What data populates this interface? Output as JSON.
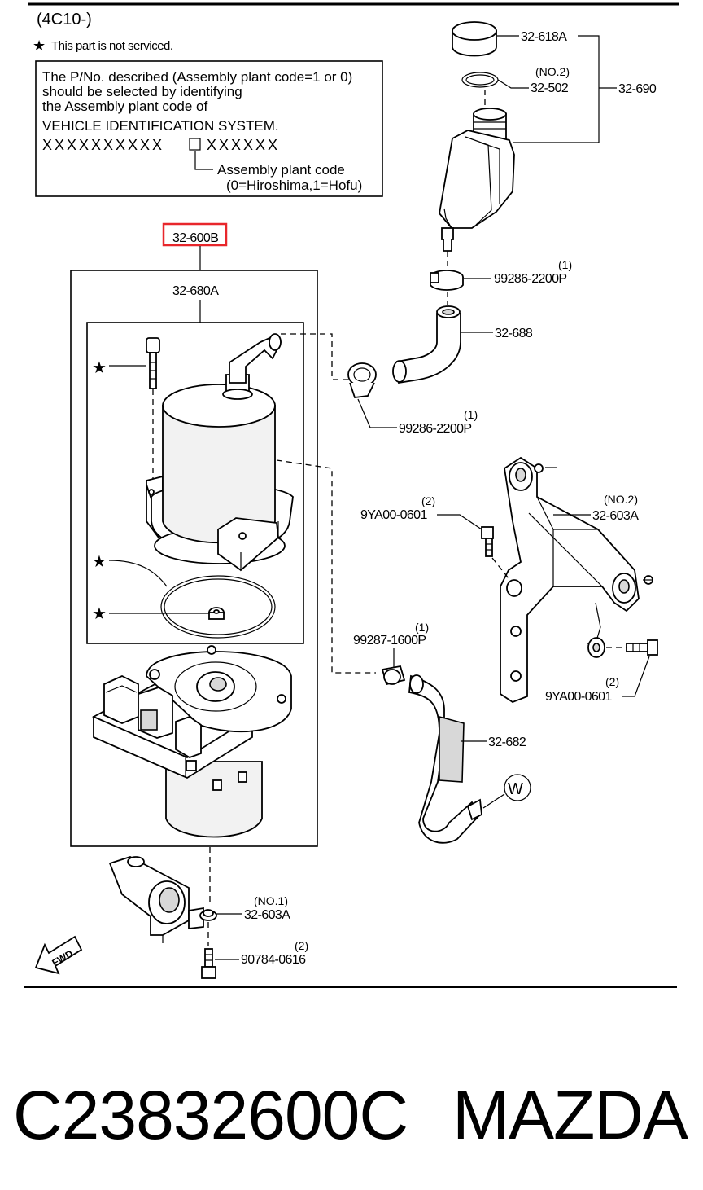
{
  "header": {
    "model_code": "(4C10-)",
    "star_note": "This part is not serviced."
  },
  "notice": {
    "line1": "The P/No. described (Assembly plant code=1 or 0)",
    "line2": "should be selected by identifying",
    "line3": "the Assembly plant code of",
    "line4": "VEHICLE IDENTIFICATION SYSTEM.",
    "vin_left": "XXXXXXXXXX",
    "vin_right": "XXXXXX",
    "plant_label": "Assembly plant code",
    "plant_values": "(0=Hiroshima,1=Hofu)"
  },
  "callouts": {
    "assembly": "32-600B",
    "pump_unit": "32-680A",
    "cap": "32-618A",
    "gasket": "32-502",
    "gasket_qty": "(NO.2)",
    "reservoir": "32-690",
    "clamp_top": "99286-2200P",
    "clamp_top_qty": "(1)",
    "hose_upper": "32-688",
    "clamp_mid": "99286-2200P",
    "clamp_mid_qty": "(1)",
    "bolt_a": "9YA00-0601",
    "bolt_a_qty": "(2)",
    "bracket_no2": "32-603A",
    "bracket_no2_qty": "(NO.2)",
    "clamp_low": "99287-1600P",
    "clamp_low_qty": "(1)",
    "bolt_b": "9YA00-0601",
    "bolt_b_qty": "(2)",
    "hose_lower": "32-682",
    "ref_w": "W",
    "bracket_no1": "32-603A",
    "bracket_no1_qty": "(NO.1)",
    "bolt_c": "90784-0616",
    "bolt_c_qty": "(2)",
    "fwd": "FWD"
  },
  "footer": {
    "part_number": "C23832600C",
    "brand": "MAZDA"
  },
  "colors": {
    "highlight": "#e8262b",
    "line": "#000000"
  }
}
